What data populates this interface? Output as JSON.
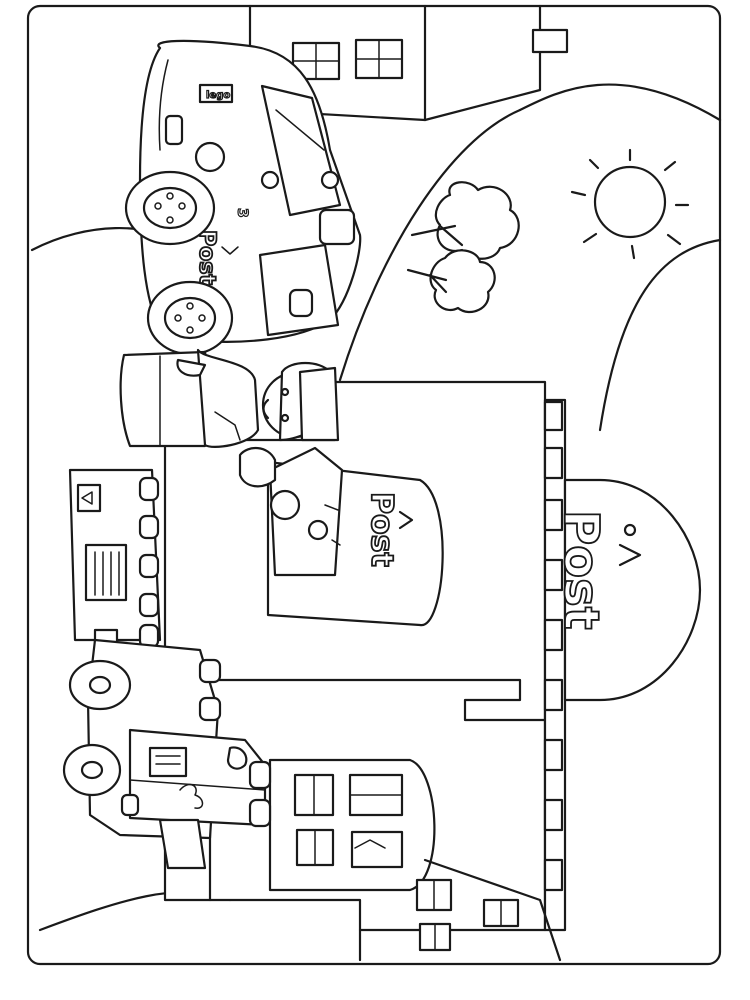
{
  "scene": {
    "signs": {
      "building_sign": "Post",
      "counter_sign": "Post",
      "car_door_sign": "Post",
      "car_number": "3"
    }
  }
}
